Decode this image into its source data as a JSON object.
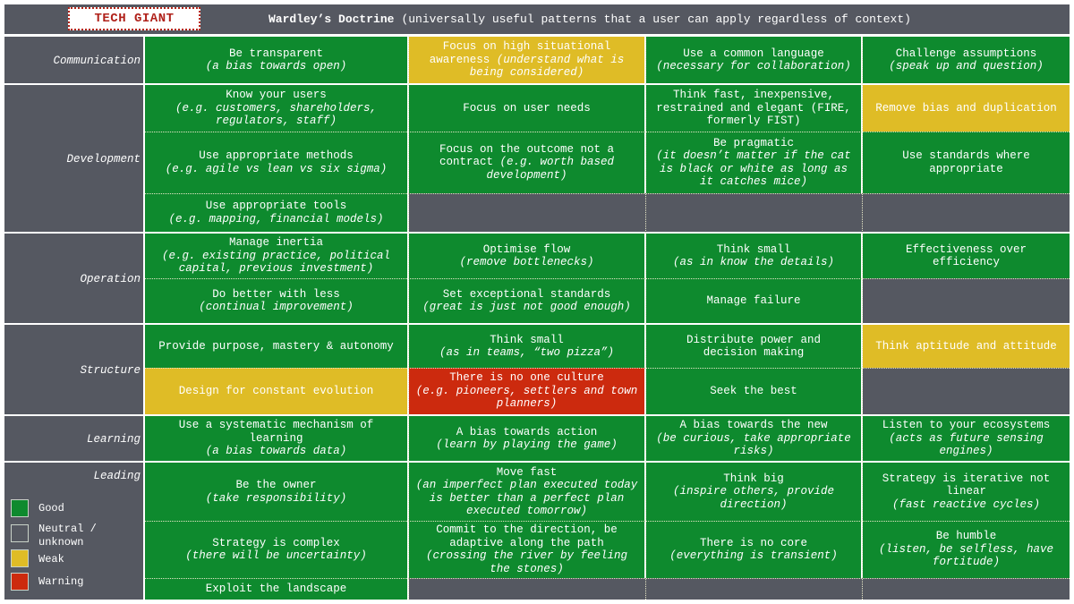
{
  "header": {
    "brand": "TECH GIANT",
    "title_bold": "Wardley’s Doctrine",
    "title_rest": "(universally useful patterns that a user can apply regardless of context)"
  },
  "colors": {
    "good": "#0e8a2e",
    "neutral": "#555861",
    "weak": "#dfbc26",
    "warning": "#cc2a0e",
    "brand_red": "#b0211a"
  },
  "categories": [
    {
      "name": "Communication"
    },
    {
      "name": "Development"
    },
    {
      "name": "Operation"
    },
    {
      "name": "Structure"
    },
    {
      "name": "Learning"
    },
    {
      "name": "Leading"
    }
  ],
  "cells": {
    "communication": [
      {
        "main": "Be transparent",
        "sub": "(a bias towards open)",
        "status": "good"
      },
      {
        "main": "Focus on high situational awareness",
        "sub": "(understand what is being considered)",
        "status": "weak"
      },
      {
        "main": "Use a common language",
        "sub": "(necessary for collaboration)",
        "status": "good"
      },
      {
        "main": "Challenge assumptions",
        "sub": "(speak up and question)",
        "status": "good"
      }
    ],
    "development_1": [
      {
        "main": "Know your users",
        "sub": "(e.g. customers, shareholders, regulators, staff)",
        "status": "good"
      },
      {
        "main": "Focus on user needs",
        "sub": "",
        "status": "good"
      },
      {
        "main": "Think fast, inexpensive, restrained and elegant (FIRE, formerly FIST)",
        "sub": "",
        "status": "good"
      },
      {
        "main": "Remove bias and duplication",
        "sub": "",
        "status": "weak"
      }
    ],
    "development_2": [
      {
        "main": "Use appropriate methods",
        "sub": "(e.g. agile vs lean vs six sigma)",
        "status": "good"
      },
      {
        "main": "Focus on the outcome not a contract",
        "sub": "(e.g. worth based development)",
        "status": "good"
      },
      {
        "main": "Be pragmatic",
        "sub": "(it doesn’t matter if the cat is black or white as long as it catches mice)",
        "status": "good"
      },
      {
        "main": "Use standards where appropriate",
        "sub": "",
        "status": "good"
      }
    ],
    "development_3": [
      {
        "main": "Use appropriate tools",
        "sub": "(e.g. mapping, financial models)",
        "status": "good"
      }
    ],
    "operation_1": [
      {
        "main": "Manage inertia",
        "sub": "(e.g. existing practice, political capital, previous investment)",
        "status": "good"
      },
      {
        "main": "Optimise flow",
        "sub": "(remove bottlenecks)",
        "status": "good"
      },
      {
        "main": "Think small",
        "sub": "(as in know the details)",
        "status": "good"
      },
      {
        "main": "Effectiveness over efficiency",
        "sub": "",
        "status": "good"
      }
    ],
    "operation_2": [
      {
        "main": "Do better with less",
        "sub": "(continual improvement)",
        "status": "good"
      },
      {
        "main": "Set exceptional standards",
        "sub": "(great is just not good enough)",
        "status": "good"
      },
      {
        "main": "Manage failure",
        "sub": "",
        "status": "good"
      }
    ],
    "structure_1": [
      {
        "main": "Provide purpose, mastery & autonomy",
        "sub": "",
        "status": "good"
      },
      {
        "main": "Think small",
        "sub": "(as in teams, “two pizza”)",
        "status": "good"
      },
      {
        "main": "Distribute power and decision making",
        "sub": "",
        "status": "good"
      },
      {
        "main": "Think aptitude and attitude",
        "sub": "",
        "status": "weak"
      }
    ],
    "structure_2": [
      {
        "main": "Design for constant evolution",
        "sub": "",
        "status": "weak"
      },
      {
        "main": "There is no one culture",
        "sub": "(e.g. pioneers, settlers and town planners)",
        "status": "warning"
      },
      {
        "main": "Seek the best",
        "sub": "",
        "status": "good"
      }
    ],
    "learning": [
      {
        "main": "Use a systematic mechanism of learning",
        "sub": "(a bias towards data)",
        "status": "good"
      },
      {
        "main": "A bias towards action",
        "sub": "(learn by playing the game)",
        "status": "good"
      },
      {
        "main": "A bias towards the new",
        "sub": "(be curious, take appropriate risks)",
        "status": "good"
      },
      {
        "main": "Listen to your ecosystems",
        "sub": "(acts as future sensing engines)",
        "status": "good"
      }
    ],
    "leading_1": [
      {
        "main": "Be the owner",
        "sub": "(take responsibility)",
        "status": "good"
      },
      {
        "main": "Move fast",
        "sub": "(an imperfect plan executed today is better than a perfect plan executed tomorrow)",
        "status": "good"
      },
      {
        "main": "Think big",
        "sub": "(inspire others, provide direction)",
        "status": "good"
      },
      {
        "main": "Strategy is iterative not linear",
        "sub": "(fast reactive cycles)",
        "status": "good"
      }
    ],
    "leading_2": [
      {
        "main": "Strategy is complex",
        "sub": "(there will be uncertainty)",
        "status": "good"
      },
      {
        "main": "Commit to the direction, be adaptive along the path",
        "sub": "(crossing the river by feeling the stones)",
        "status": "good"
      },
      {
        "main": "There is no core",
        "sub": "(everything is transient)",
        "status": "good"
      },
      {
        "main": "Be humble",
        "sub": "(listen, be selfless, have fortitude)",
        "status": "good"
      }
    ],
    "leading_3": [
      {
        "main": "Exploit the landscape",
        "sub": "",
        "status": "good"
      }
    ]
  },
  "legend": [
    {
      "label": "Good",
      "status": "good"
    },
    {
      "label": "Neutral / unknown",
      "status": "neutral"
    },
    {
      "label": "Weak",
      "status": "weak"
    },
    {
      "label": "Warning",
      "status": "warning"
    }
  ]
}
